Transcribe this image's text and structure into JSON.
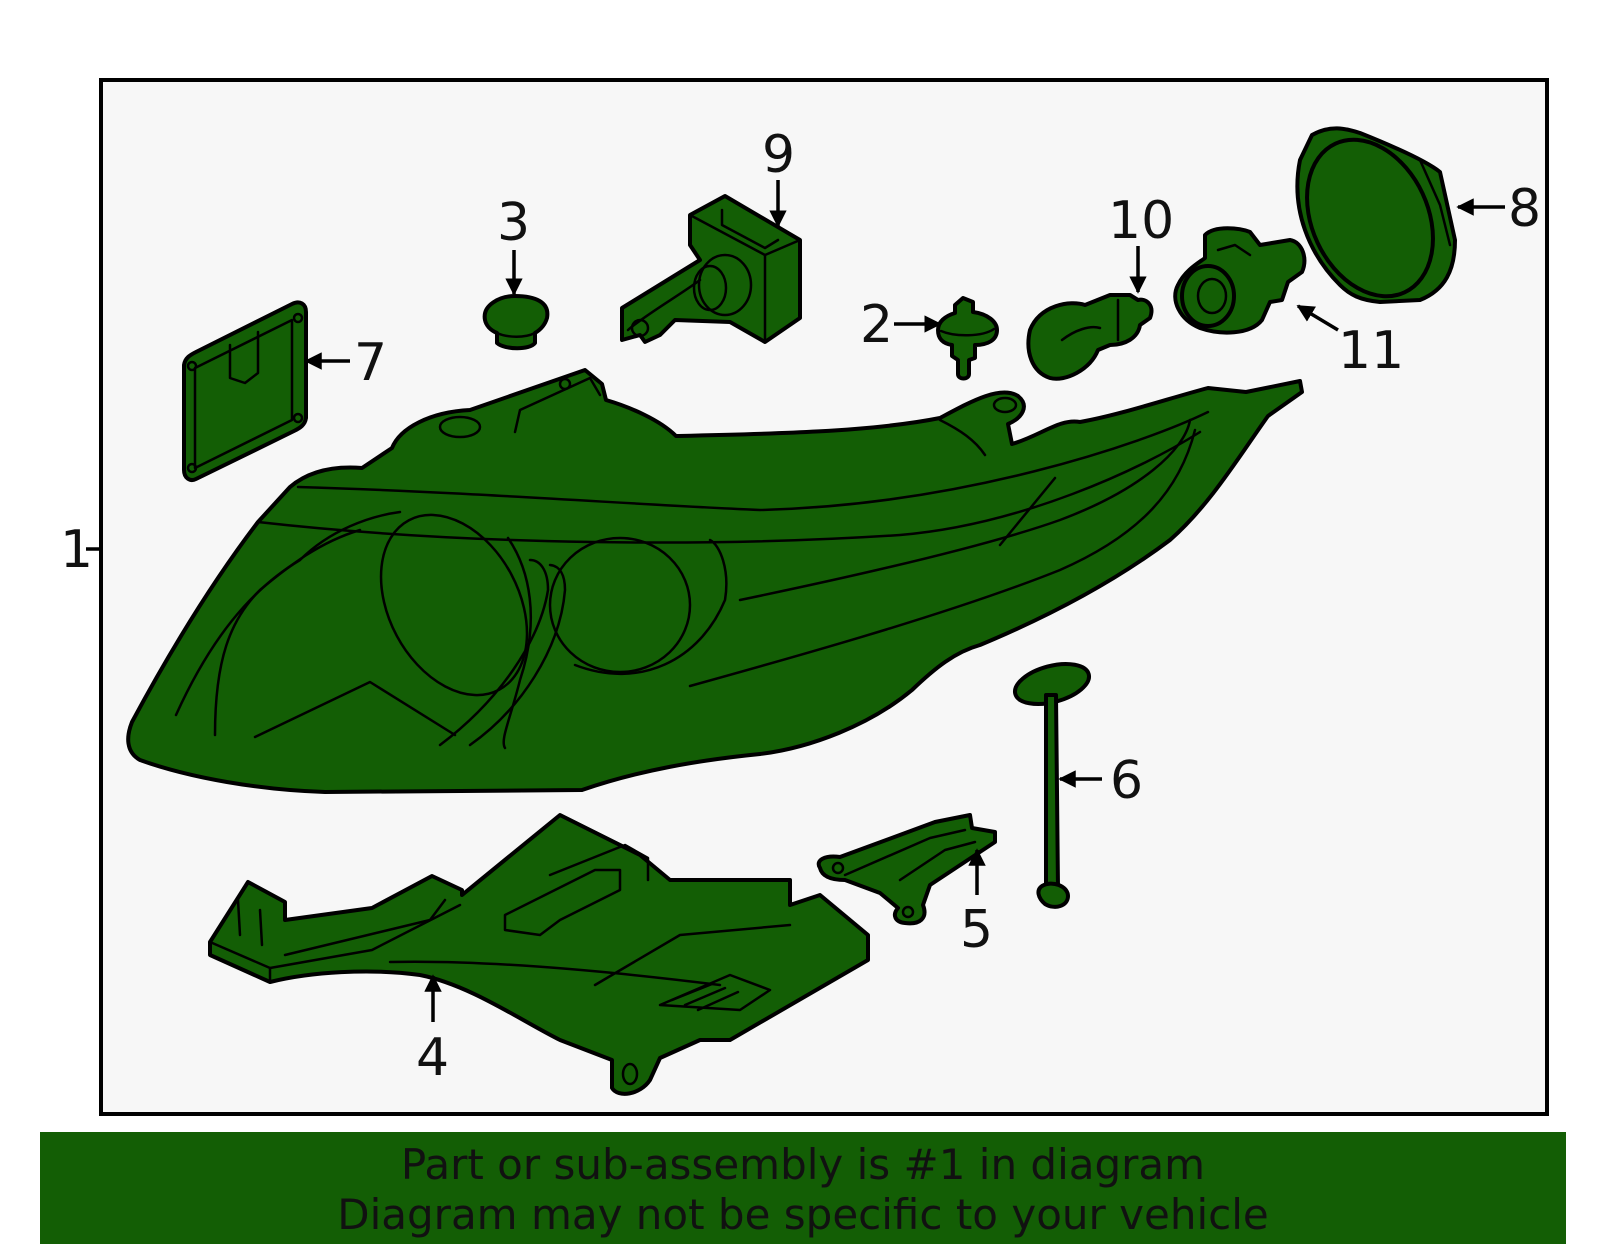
{
  "diagram": {
    "callouts": [
      "1",
      "2",
      "3",
      "4",
      "5",
      "6",
      "7",
      "8",
      "9",
      "10",
      "11"
    ]
  },
  "footer": {
    "line1": "Part or sub-assembly is #1 in diagram",
    "line2": "Diagram may not be specific to your vehicle"
  },
  "colors": {
    "part_fill": "#135e05",
    "frame_bg": "#f7f7f7",
    "banner": "#135e05"
  }
}
